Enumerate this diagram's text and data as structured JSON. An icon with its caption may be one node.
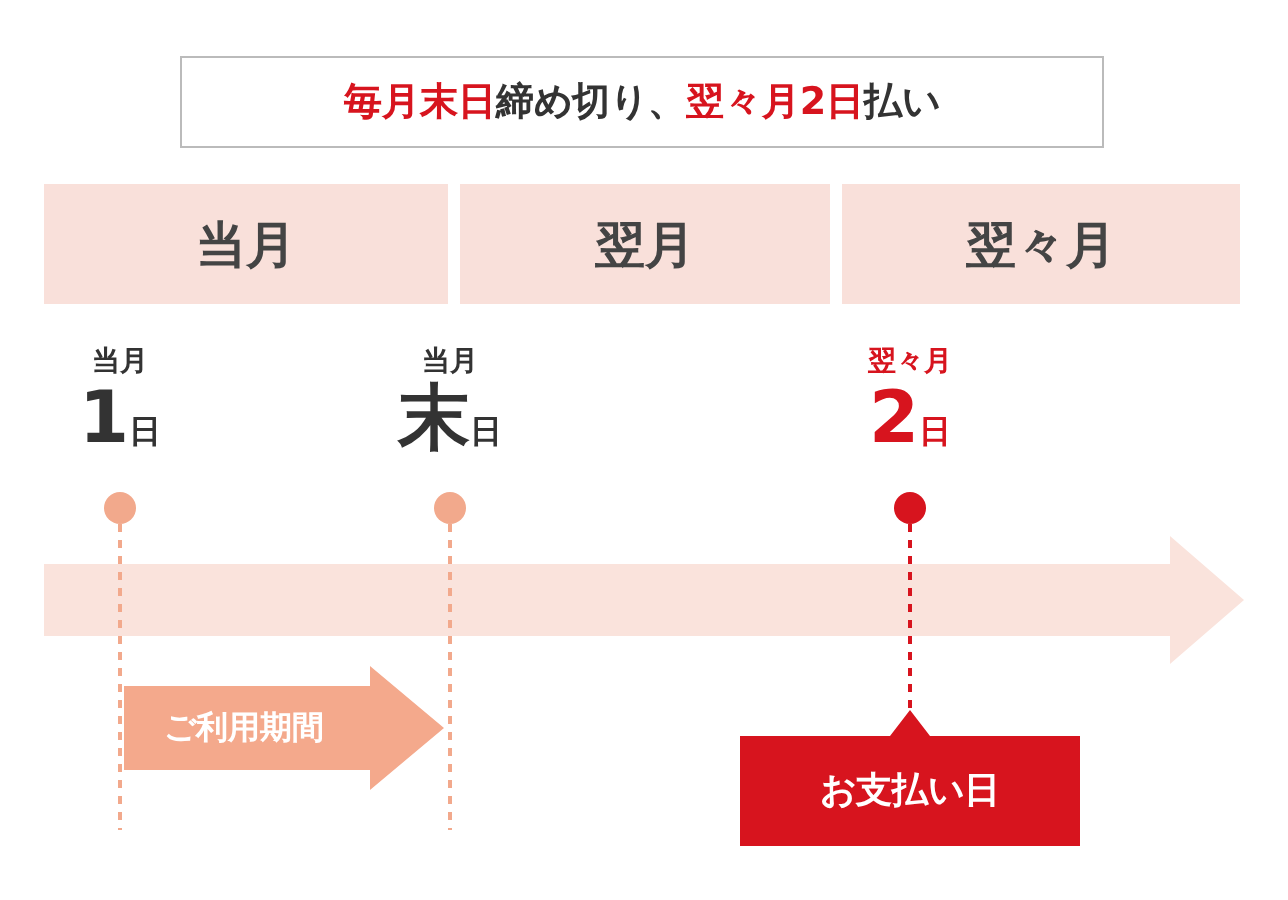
{
  "diagram": {
    "title": "**毎月末日**締め切り、**翌々月2日**払い",
    "nodes": [
      {
        "text": [
          "当月"
        ]
      },
      {
        "text": [
          "翌月"
        ]
      },
      {
        "text": [
          "翌々月"
        ]
      },
      {
        "text": [
          "当月",
          "**1**日"
        ]
      },
      {
        "text": [
          "当月",
          "**末**日"
        ]
      },
      {
        "text": [
          "翌々月",
          "**2**日"
        ]
      },
      {
        "text": [],
        "shape": "circle"
      },
      {
        "text": [],
        "shape": "circle"
      },
      {
        "text": [],
        "shape": "circle"
      },
      {
        "text": [
          "ご利用期間"
        ]
      },
      {
        "text": [
          "お支払い日"
        ]
      }
    ],
    "edges": [
      {
        "from": 6,
        "to": null,
        "arrow": "none",
        "style": "dashed"
      },
      {
        "from": 7,
        "to": null,
        "arrow": "none",
        "style": "dashed"
      },
      {
        "from": 8,
        "to": 10,
        "arrow": "none",
        "style": "dashed",
        "color": "#d7141e"
      }
    ]
  }
}
